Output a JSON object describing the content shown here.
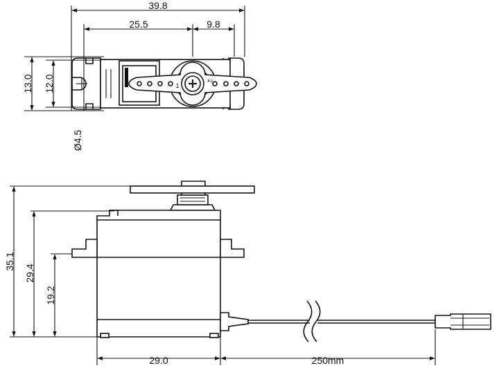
{
  "drawing": {
    "top_view": {
      "overall_width": "39.8",
      "hole_to_center": "25.5",
      "center_to_end": "9.8",
      "overall_depth": "13.0",
      "body_depth": "12.0",
      "hole_diameter": "Ø4.5",
      "horn_labels": [
        "1",
        "2"
      ]
    },
    "side_view": {
      "total_height": "35.1",
      "height_to_flange_top": "29.4",
      "height_to_flange_bottom": "19.2",
      "body_width": "29.0",
      "cable_length": "250mm"
    }
  }
}
